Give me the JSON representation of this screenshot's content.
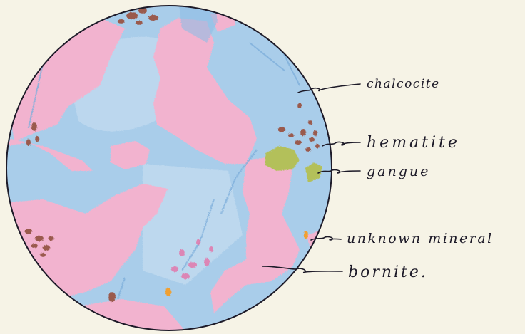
{
  "labels": {
    "chalcocite": "chalcocite",
    "hematite": "hematite",
    "gangue": "gangue",
    "unknown_mineral": "unknown mineral",
    "bornite": "bornite."
  },
  "colors": {
    "paper": "#f6f3e6",
    "chalcocite_blue": "#a9cdea",
    "bornite_pink": "#f2b3cf",
    "hematite_brown": "#9a5a4e",
    "gangue_green": "#b3c05a",
    "unknown_orange": "#f0a030",
    "ink": "#1d1a28"
  }
}
